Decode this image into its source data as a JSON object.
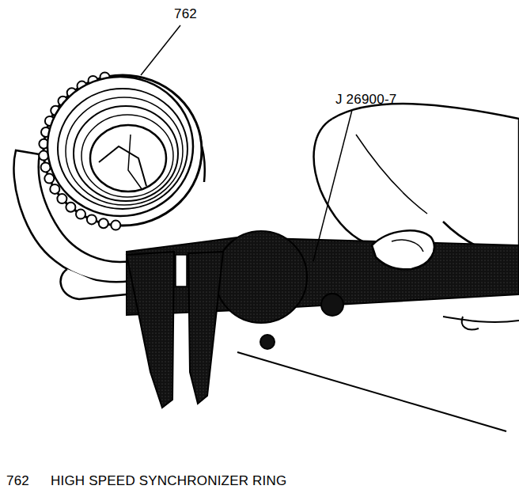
{
  "diagram": {
    "labels": [
      "762",
      "J 26900-7",
      "762",
      "HIGH SPEED SYNCHRONIZER RING"
    ]
  }
}
